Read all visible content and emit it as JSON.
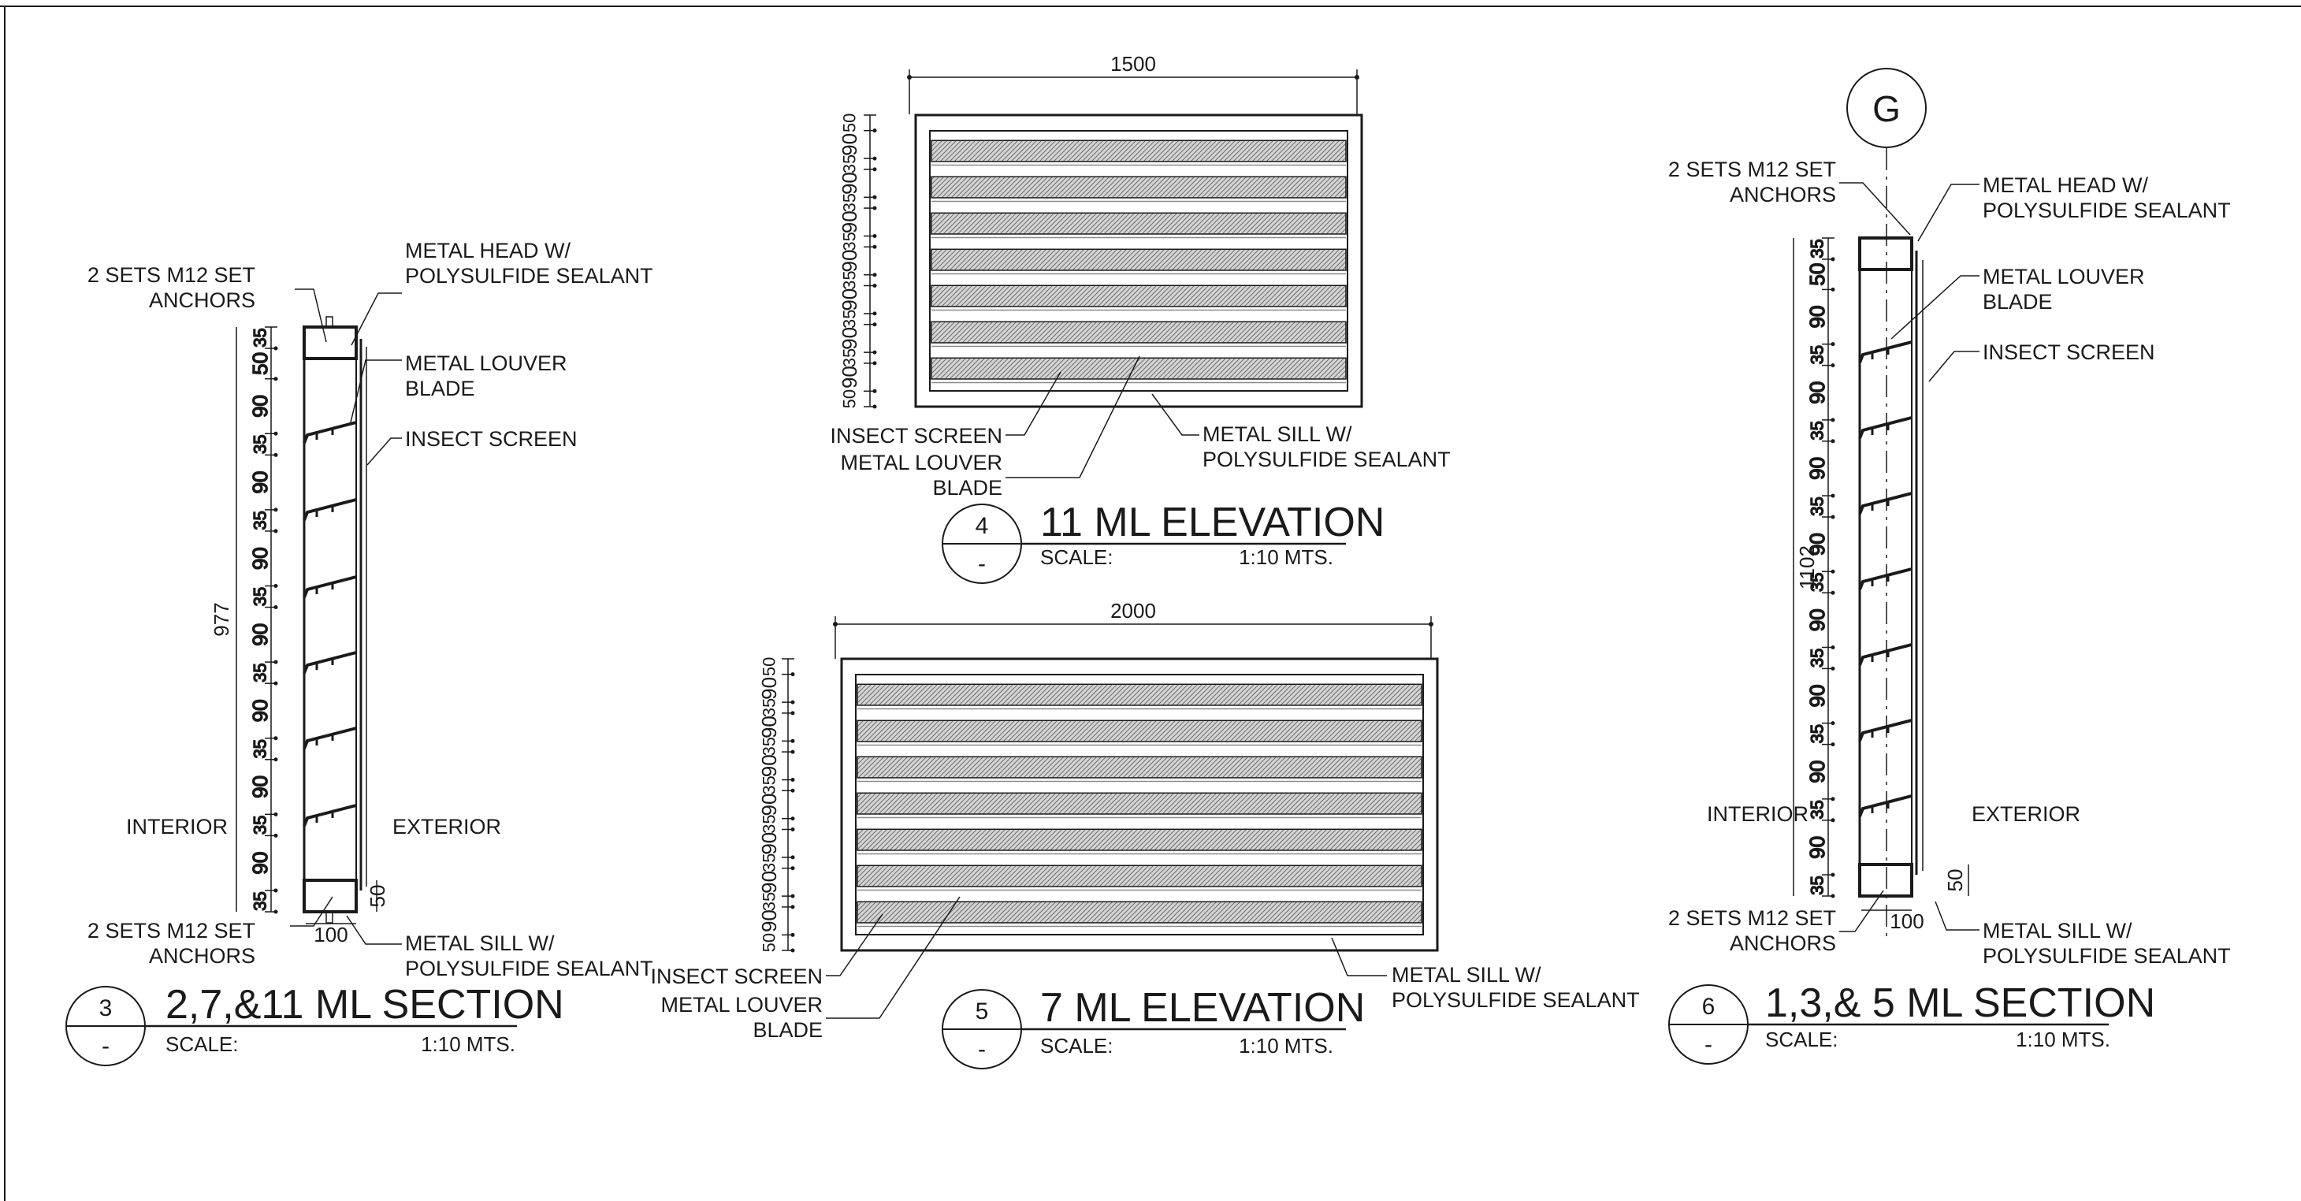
{
  "labels": {
    "anchors_top": "2 SETS M12 SET ANCHORS",
    "metal_head": "METAL HEAD W/ POLYSULFIDE SEALANT",
    "metal_louver_blade": "METAL LOUVER BLADE",
    "insect_screen": "INSECT SCREEN",
    "interior": "INTERIOR",
    "exterior": "EXTERIOR",
    "anchors_bottom": "2 SETS M12 SET ANCHORS",
    "metal_sill": "METAL SILL W/ POLYSULFIDE SEALANT"
  },
  "section3": {
    "number": "3",
    "sheet": "-",
    "title": "2,7,&11 ML SECTION",
    "scale_label": "SCALE:",
    "scale_value": "1:10 MTS.",
    "overall_height": "977",
    "bottom_dim": "100",
    "sill_dim": "50",
    "dims": [
      "35",
      "50",
      "90",
      "35",
      "90",
      "35",
      "90",
      "35",
      "90",
      "35",
      "90",
      "35",
      "90",
      "35",
      "90",
      "35"
    ]
  },
  "elevation4": {
    "number": "4",
    "sheet": "-",
    "title": "11 ML ELEVATION",
    "scale_label": "SCALE:",
    "scale_value": "1:10 MTS.",
    "width": "1500",
    "dims": [
      "50",
      "90",
      "35",
      "90",
      "35",
      "90",
      "35",
      "90",
      "35",
      "90",
      "35",
      "90",
      "35",
      "90",
      "50"
    ]
  },
  "elevation5": {
    "number": "5",
    "sheet": "-",
    "title": "7 ML ELEVATION",
    "scale_label": "SCALE:",
    "scale_value": "1:10 MTS.",
    "width": "2000",
    "dims": [
      "50",
      "90",
      "35",
      "90",
      "35",
      "90",
      "35",
      "90",
      "35",
      "90",
      "35",
      "90",
      "35",
      "90",
      "50"
    ]
  },
  "section6": {
    "number": "6",
    "sheet": "-",
    "title": "1,3,& 5 ML SECTION",
    "scale_label": "SCALE:",
    "scale_value": "1:10 MTS.",
    "grid_bubble": "G",
    "overall_height": "1102",
    "bottom_dim": "100",
    "sill_dim": "50",
    "dims": [
      "35",
      "50",
      "90",
      "35",
      "90",
      "35",
      "90",
      "35",
      "90",
      "35",
      "90",
      "35",
      "90",
      "35",
      "90",
      "35",
      "90",
      "35"
    ]
  }
}
